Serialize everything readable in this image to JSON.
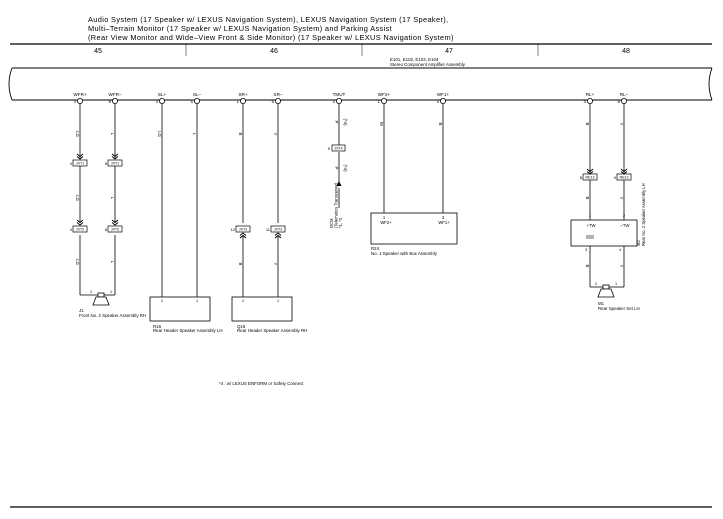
{
  "title_lines": [
    "Audio System (17 Speaker w/ LEXUS Navigation System),  LEXUS Navigation System (17 Speaker),",
    "Multi–Terrain Monitor (17 Speaker w/ LEXUS Navigation System) and Parking Assist",
    "(Rear View Monitor and Wide–View Front & Side Monitor) (17 Speaker w/ LEXUS Navigation System)"
  ],
  "grid_numbers": [
    "45",
    "46",
    "47",
    "48"
  ],
  "amplifier": {
    "code": "E101, E102, E103, E104",
    "name": "Stereo Component Amplifier Assembly"
  },
  "pins": [
    "WFR+",
    "WFR–",
    "SL+",
    "SL–",
    "SR+",
    "SR–",
    "TMUT",
    "WF2+",
    "WF1+",
    "RL+",
    "RL–"
  ],
  "pin_numbers": [
    "4",
    "8",
    "3",
    "5",
    "1",
    "6",
    "2",
    "1",
    "3",
    "4",
    "8"
  ],
  "wire_colors": {
    "c1": "LG",
    "c2": "L",
    "c3": "LG",
    "c4": "L",
    "c5": "LG",
    "c6": "L",
    "c7": "LG",
    "c8": "L",
    "c9": "B",
    "c10": "Y",
    "c11": "B",
    "c12": "Y",
    "c13": "P",
    "c14": "P",
    "c15": "W",
    "c16": "B",
    "c17": "B",
    "c18": "Y",
    "c19": "B",
    "c20": "Y",
    "c21": "B",
    "c22": "Y"
  },
  "shields": [
    "(*4)",
    "(*4)"
  ],
  "connectors": {
    "j1": "JXT1",
    "j2": "JXT1",
    "j3": "JXT2",
    "j4": "JXT2",
    "j5": "JXT3",
    "j6": "JXT3",
    "j7": "JXT4",
    "j8": "RE13",
    "j9": "RE13"
  },
  "connector_pins": {
    "p1": "4",
    "p2": "8",
    "p3": "4",
    "p4": "8",
    "p5": "12",
    "p6": "11",
    "p7": "5",
    "p8": "8",
    "p9": "9",
    "c1a": "2",
    "c1b": "1",
    "c2a": "2",
    "c2b": "1",
    "c3a": "2",
    "c3b": "1",
    "c4a": "1",
    "c4b": "3",
    "c5a": "1",
    "c5b": "2",
    "c5c": "3",
    "c5d": "4",
    "c6a": "2",
    "c6b": "1"
  },
  "dcm": {
    "line1": "DCM",
    "line2": "(Telematics Transceiver)",
    "line3": "*1, *2"
  },
  "components": {
    "j1_code": "J1",
    "j1_name": "Front No. 2 Speaker Assembly RH",
    "r16_code": "R16",
    "r16_name": "Rear Header Speaker Assembly LH",
    "r17_code": "Q16",
    "r17_name": "Rear Header Speaker Assembly RH",
    "r24_code": "R24",
    "r24_name": "No. 1 Speaker with Box Assembly",
    "r24_pin_left": "WF2+",
    "r24_pin_right": "WF1+",
    "m1_code": "M1",
    "m1_name": "Rear Speaker Set LH",
    "m2_code": "M2",
    "m2_name": "Rear No. 2 Speaker Assembly LH",
    "m2_pin_left": "+TW",
    "m2_pin_right": "–TW"
  },
  "footnote": "*4 : w/ LEXUS ENFORM or Safety Connect"
}
